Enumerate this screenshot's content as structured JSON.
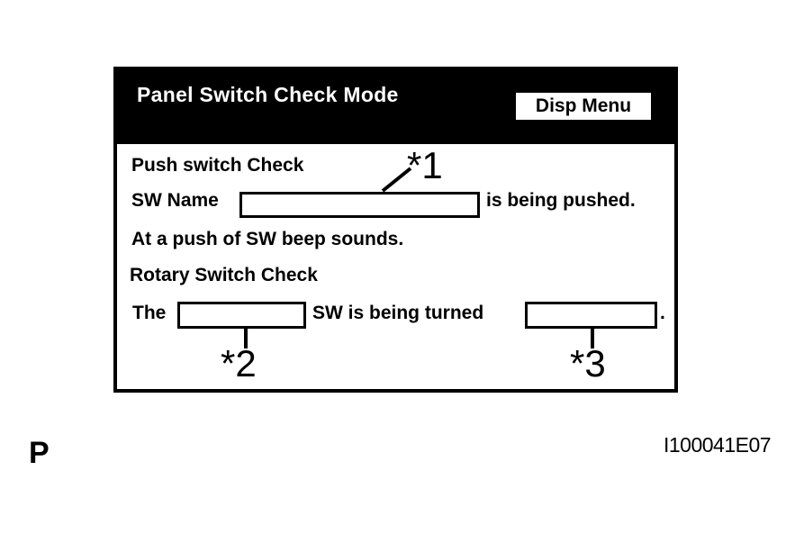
{
  "panel": {
    "header": {
      "title": "Panel Switch Check Mode",
      "disp_menu_label": "Disp Menu"
    },
    "body": {
      "push_check_label": "Push switch Check",
      "sw_name_label": "SW Name",
      "is_being_pushed": "is being pushed.",
      "beep_line": "At a push of SW beep sounds.",
      "rotary_check_label": "Rotary Switch Check",
      "the_label": "The",
      "sw_turned_label": "SW is being turned",
      "period": "."
    },
    "annotations": {
      "a1": "*1",
      "a2": "*2",
      "a3": "*3"
    }
  },
  "footer": {
    "page_marker": "P",
    "figure_id": "I100041E07"
  },
  "colors": {
    "header_bg": "#000000",
    "header_text": "#ffffff",
    "body_bg": "#ffffff",
    "body_text": "#000000",
    "box_border": "#000000"
  }
}
